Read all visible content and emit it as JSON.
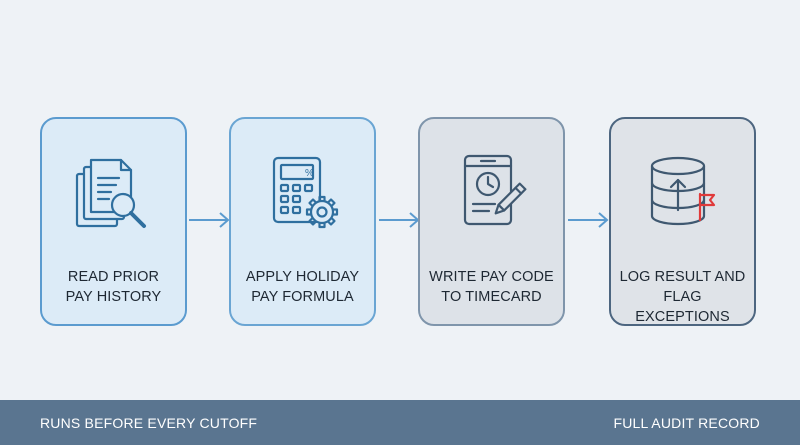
{
  "steps": [
    {
      "line1": "READ PRIOR",
      "line2": "PAY HISTORY",
      "icon": "documents-search-icon"
    },
    {
      "line1": "APPLY HOLIDAY",
      "line2": "PAY FORMULA",
      "icon": "calculator-gear-icon"
    },
    {
      "line1": "WRITE PAY CODE",
      "line2": "TO TIMECARD",
      "icon": "timecard-pencil-icon"
    },
    {
      "line1": "LOG RESULT AND",
      "line2": "FLAG EXCEPTIONS",
      "icon": "database-flag-icon"
    }
  ],
  "footer": {
    "left": "RUNS BEFORE EVERY CUTOFF",
    "right": "FULL AUDIT RECORD"
  },
  "colors": {
    "icon_blue": "#2f6f9f",
    "icon_slate": "#3f5870",
    "flag_red": "#e03a3a",
    "arrow": "#5b9bcf",
    "footer_bg": "#5a7590"
  }
}
